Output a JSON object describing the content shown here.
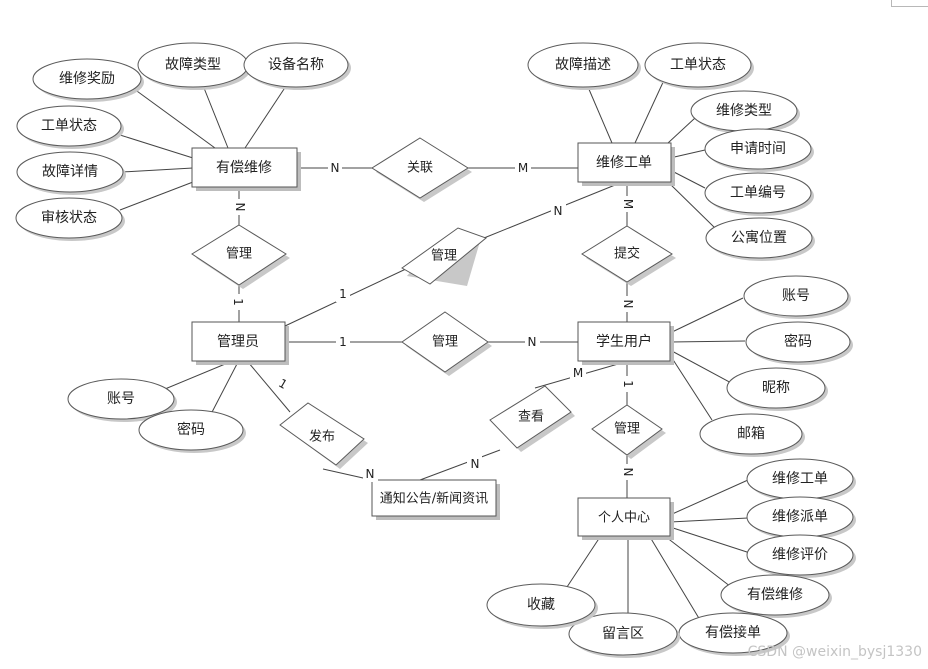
{
  "entities": {
    "paid_repair": "有偿维修",
    "repair_order": "维修工单",
    "admin": "管理员",
    "student_user": "学生用户",
    "notice_news": "通知公告/新闻资讯",
    "personal_center": "个人中心"
  },
  "relationships": {
    "associate": "关联",
    "manage_admin_paid": "管理",
    "manage_admin_order": "管理",
    "submit": "提交",
    "manage_admin_student": "管理",
    "publish": "发布",
    "view": "查看",
    "manage_student_center": "管理"
  },
  "attributes": {
    "paid_repair": [
      "维修奖励",
      "故障类型",
      "设备名称",
      "工单状态",
      "故障详情",
      "审核状态"
    ],
    "repair_order": [
      "故障描述",
      "工单状态",
      "维修类型",
      "申请时间",
      "工单编号",
      "公寓位置"
    ],
    "student_user": [
      "账号",
      "密码",
      "昵称",
      "邮箱"
    ],
    "admin": [
      "账号",
      "密码"
    ],
    "personal_center": [
      "维修工单",
      "维修派单",
      "维修评价",
      "有偿维修",
      "有偿接单",
      "留言区",
      "收藏"
    ]
  },
  "cardinalities": {
    "paid_associate": "N",
    "order_associate": "M",
    "paid_manage": "N",
    "admin_manage_paid": "1",
    "admin_manage_order": "1",
    "order_manage": "N",
    "order_submit": "M",
    "student_submit": "N",
    "admin_manage_student": "1",
    "student_manage": "N",
    "admin_publish": "1",
    "notice_publish": "N",
    "notice_view": "N",
    "student_view": "M",
    "student_center": "1",
    "center_manage": "N"
  },
  "watermark": "CSDN @weixin_bysj1330"
}
